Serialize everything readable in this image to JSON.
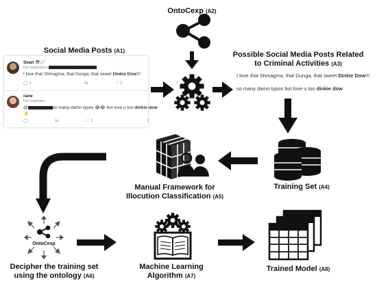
{
  "labels": {
    "a1": {
      "text": "Social Media Posts",
      "tag": "(A1)"
    },
    "a2": {
      "text": "OntoCexp",
      "tag": "(A2)"
    },
    "a3": {
      "line1": "Possible Social Media Posts Related",
      "line2": "to Criminal Activities",
      "tag": "(A3)"
    },
    "a4": {
      "text": "Training Set",
      "tag": "(A4)"
    },
    "a5": {
      "line1": "Manual Framework for",
      "line2": "Illocution Classification",
      "tag": "(A5)"
    },
    "a6": {
      "line1": "Decipher the training set",
      "line2": "using the ontology",
      "tag": "(A6)"
    },
    "a7": {
      "line1": "Machine Learning",
      "line2": "Algorithm",
      "tag": "(A7)"
    },
    "a8": {
      "text": "Trained Model",
      "tag": "(A8)"
    }
  },
  "tweets": [
    {
      "user": "Sean",
      "user_emoji": "😎📈",
      "reply": "Em resposta a",
      "text_pre": "I love that Shmagma, that Gunga, that sweet ",
      "text_bold": "Dinkie Dow",
      "text_post": "!!!",
      "replies": "1",
      "retweets": "",
      "likes": "1"
    },
    {
      "user": "rane",
      "user_emoji": "",
      "reply": "Em resposta",
      "text_pre": "so many damn typos 😂😂 but love u too ",
      "text_bold": "dinkie dow",
      "text_post": "",
      "replies": "",
      "retweets": "",
      "likes": "1"
    }
  ],
  "related_posts": [
    {
      "pre": "I love that Shmagma, that Gunga, that sweet ",
      "bold": "Dinkie Dow",
      "post": "!!!"
    },
    {
      "pre": "so many damn typos  but love u too ",
      "bold": "dinkie dow",
      "post": ""
    }
  ],
  "ontology_icon_label": "OntoCexp",
  "icons": [
    "share-network-icon",
    "gears-icon",
    "database-stack-icon",
    "cube-grid-icon",
    "users-icon",
    "ontology-compass-icon",
    "book-gears-icon",
    "table-stack-icon"
  ],
  "colors": {
    "ink": "#111111",
    "arrow": "#111111",
    "muted": "#888888"
  }
}
